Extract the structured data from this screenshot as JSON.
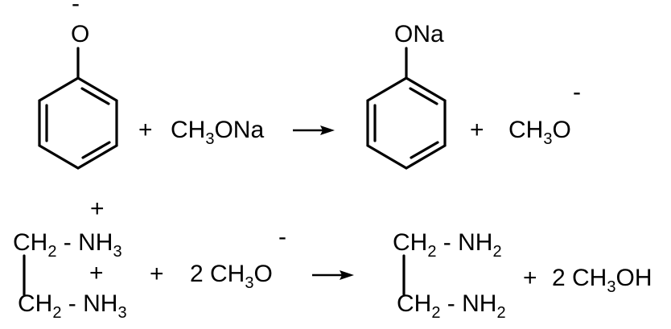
{
  "equation_1": {
    "reactant_1": {
      "atom": "O",
      "charge": "-"
    },
    "plus_1": "+",
    "reactant_2": {
      "a": "CH",
      "a_sub": "3",
      "b": "ONa"
    },
    "product_1": {
      "label": "ONa"
    },
    "plus_2": "+",
    "product_2": {
      "a": "CH",
      "a_sub": "3",
      "b": "O",
      "charge": "-"
    }
  },
  "equation_2": {
    "reactant_1": {
      "top_charge": "+",
      "row1": {
        "a": "CH",
        "a_sub": "2",
        "b": " - NH",
        "b_sub": "3"
      },
      "mid_charge": "+",
      "row2": {
        "a": "CH",
        "a_sub": "2",
        "b": " - NH",
        "b_sub": "3"
      }
    },
    "plus_1": "+",
    "reactant_2": {
      "a": "2 CH",
      "a_sub": "3",
      "b": "O",
      "charge": "-"
    },
    "product_1": {
      "row1": {
        "a": "CH",
        "a_sub": "2",
        "b": " - NH",
        "b_sub": "2"
      },
      "row2": {
        "a": "CH",
        "a_sub": "2",
        "b": " - NH",
        "b_sub": "2"
      }
    },
    "plus_2": "+",
    "product_2": {
      "a": "2 CH",
      "a_sub": "3",
      "b": "OH"
    }
  }
}
